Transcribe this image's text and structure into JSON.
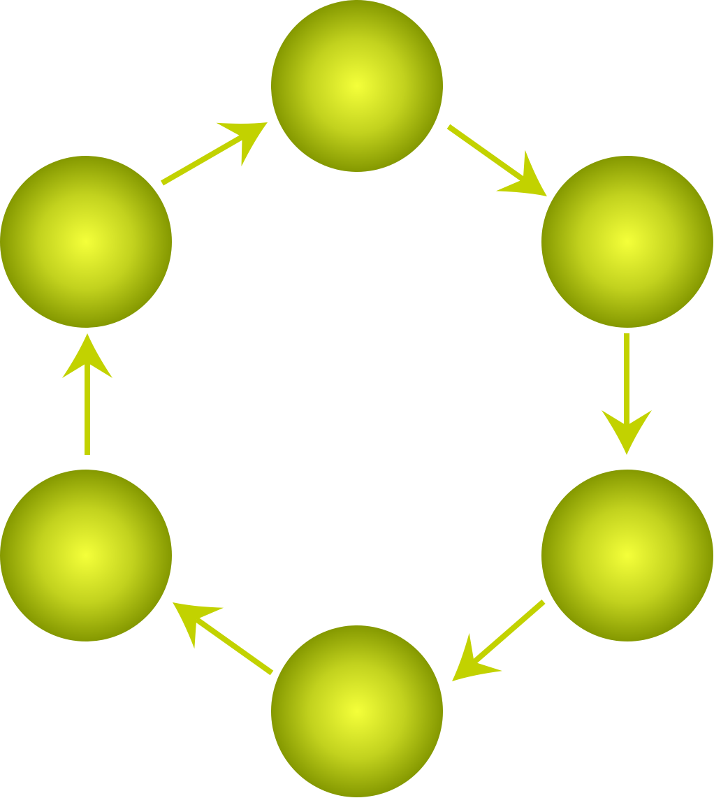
{
  "diagram": {
    "type": "cycle",
    "direction": "clockwise",
    "node_count": 6,
    "nodes": [
      {
        "id": "top",
        "label": ""
      },
      {
        "id": "upper-right",
        "label": ""
      },
      {
        "id": "lower-right",
        "label": ""
      },
      {
        "id": "bottom",
        "label": ""
      },
      {
        "id": "lower-left",
        "label": ""
      },
      {
        "id": "upper-left",
        "label": ""
      }
    ],
    "edges": [
      {
        "from": "top",
        "to": "upper-right"
      },
      {
        "from": "upper-right",
        "to": "lower-right"
      },
      {
        "from": "lower-right",
        "to": "bottom"
      },
      {
        "from": "bottom",
        "to": "lower-left"
      },
      {
        "from": "lower-left",
        "to": "upper-left"
      },
      {
        "from": "upper-left",
        "to": "top"
      }
    ]
  },
  "colors": {
    "node_center": "#f4ff3a",
    "node_mid": "#c2d21e",
    "node_edge": "#849800",
    "arrow": "#c2d200",
    "background": "#ffffff"
  }
}
